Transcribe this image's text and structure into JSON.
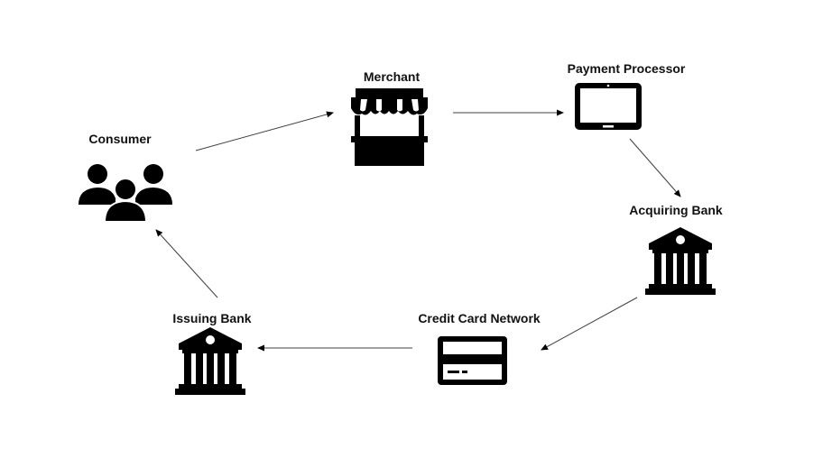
{
  "diagram": {
    "title": "Credit card payment flow",
    "nodes": [
      {
        "id": "consumer",
        "label": "Consumer",
        "icon": "people-group-icon"
      },
      {
        "id": "merchant",
        "label": "Merchant",
        "icon": "storefront-icon"
      },
      {
        "id": "payment_processor",
        "label": "Payment Processor",
        "icon": "tablet-icon"
      },
      {
        "id": "acquiring_bank",
        "label": "Acquiring Bank",
        "icon": "bank-building-icon"
      },
      {
        "id": "credit_card_network",
        "label": "Credit Card Network",
        "icon": "credit-card-icon"
      },
      {
        "id": "issuing_bank",
        "label": "Issuing Bank",
        "icon": "bank-building-icon"
      }
    ],
    "edges": [
      {
        "from": "consumer",
        "to": "merchant"
      },
      {
        "from": "merchant",
        "to": "payment_processor"
      },
      {
        "from": "payment_processor",
        "to": "acquiring_bank"
      },
      {
        "from": "acquiring_bank",
        "to": "credit_card_network"
      },
      {
        "from": "credit_card_network",
        "to": "issuing_bank"
      },
      {
        "from": "issuing_bank",
        "to": "consumer"
      }
    ],
    "colors": {
      "icon": "#000000",
      "arrow": "#404040",
      "text": "#111111"
    }
  }
}
